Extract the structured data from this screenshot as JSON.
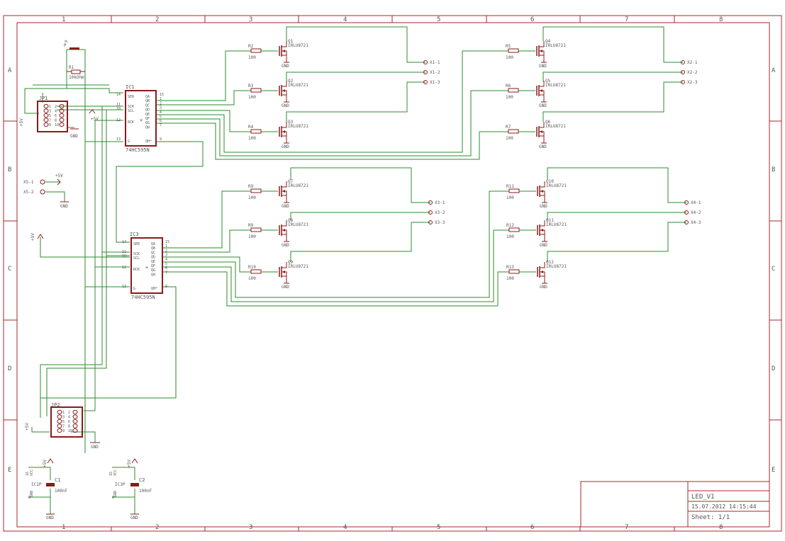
{
  "frame": {
    "columns": [
      "1",
      "2",
      "3",
      "4",
      "5",
      "6",
      "7",
      "8"
    ],
    "rows": [
      "A",
      "B",
      "C",
      "D",
      "E"
    ]
  },
  "title_block": {
    "name": "LED_V1",
    "date": "15.07.2012 14:15:44",
    "sheet": "Sheet: 1/1"
  },
  "colors": {
    "frame": "#a52a2a",
    "wire": "#2e8b2e",
    "symbol": "#8b1a1a",
    "text": "#555555"
  },
  "connectors": {
    "jp1": "JP1",
    "jp2": "JP2",
    "jp_pins": [
      "1",
      "2",
      "3",
      "4",
      "5",
      "6",
      "7",
      "8",
      "9",
      "10"
    ],
    "x5": [
      "X5-1",
      "X5-2"
    ],
    "x1": [
      "X1-1",
      "X1-2",
      "X1-3"
    ],
    "x2": [
      "X2-1",
      "X2-2",
      "X2-3"
    ],
    "x3": [
      "X3-1",
      "X3-2",
      "X3-3"
    ],
    "x4": [
      "X4-1",
      "X4-2",
      "X4-3"
    ]
  },
  "power": {
    "p5v": "+5V",
    "gnd": "GND",
    "p_label": "P"
  },
  "r1": {
    "name": "R1",
    "value": "10kOhm"
  },
  "ic1": {
    "name": "IC1",
    "part": "74HC595N",
    "pins_left": [
      "SER",
      "SCK",
      "SCL",
      "RCK",
      "G"
    ],
    "pins_right": [
      "QA",
      "QB",
      "QC",
      "QD",
      "QE",
      "QF",
      "QG",
      "QH",
      "QH*"
    ],
    "pin_numbers_left": [
      "14",
      "11",
      "10",
      "12",
      "13"
    ],
    "pin_numbers_right": [
      "15",
      "1",
      "2",
      "3",
      "4",
      "5",
      "6",
      "7",
      "9"
    ]
  },
  "ic3": {
    "name": "IC3",
    "part": "74HC595N",
    "pins_left": [
      "SER",
      "SCK",
      "SCL",
      "RCK",
      "G"
    ],
    "pins_right": [
      "QA",
      "QB",
      "QC",
      "QD",
      "QE",
      "QF",
      "QG",
      "QH",
      "QH*"
    ],
    "pin_numbers_left": [
      "14",
      "11",
      "10",
      "12",
      "13"
    ],
    "pin_numbers_right": [
      "15",
      "1",
      "2",
      "3",
      "4",
      "5",
      "6",
      "7",
      "9"
    ]
  },
  "resistor_value": "100",
  "fets": [
    {
      "r": "R2",
      "q": "Q1",
      "part": "IRLU8721"
    },
    {
      "r": "R3",
      "q": "Q2",
      "part": "IRLU8721"
    },
    {
      "r": "R4",
      "q": "Q3",
      "part": "IRLU8721"
    },
    {
      "r": "R5",
      "q": "Q4",
      "part": "IRLU8721"
    },
    {
      "r": "R6",
      "q": "Q5",
      "part": "IRLU8721"
    },
    {
      "r": "R7",
      "q": "Q6",
      "part": "IRLU8721"
    },
    {
      "r": "R9",
      "q": "Q7",
      "part": "IRLU8721"
    },
    {
      "r": "R9",
      "q": "Q8",
      "part": "IRLU8721"
    },
    {
      "r": "R10",
      "q": "Q9",
      "part": "IRLU8721"
    },
    {
      "r": "R11",
      "q": "Q10",
      "part": "IRLU8721"
    },
    {
      "r": "R12",
      "q": "Q11",
      "part": "IRLU8721"
    },
    {
      "r": "R13",
      "q": "Q12",
      "part": "IRLU8721"
    }
  ],
  "caps": [
    {
      "name": "C1",
      "value": "100nF",
      "ic": "IC1P",
      "vcc": "VCC",
      "gnd": "GND",
      "pin_top": "16",
      "pin_bottom": "8"
    },
    {
      "name": "C2",
      "value": "100nF",
      "ic": "IC3P",
      "vcc": "VCC",
      "gnd": "GND",
      "pin_top": "16",
      "pin_bottom": "8"
    }
  ]
}
